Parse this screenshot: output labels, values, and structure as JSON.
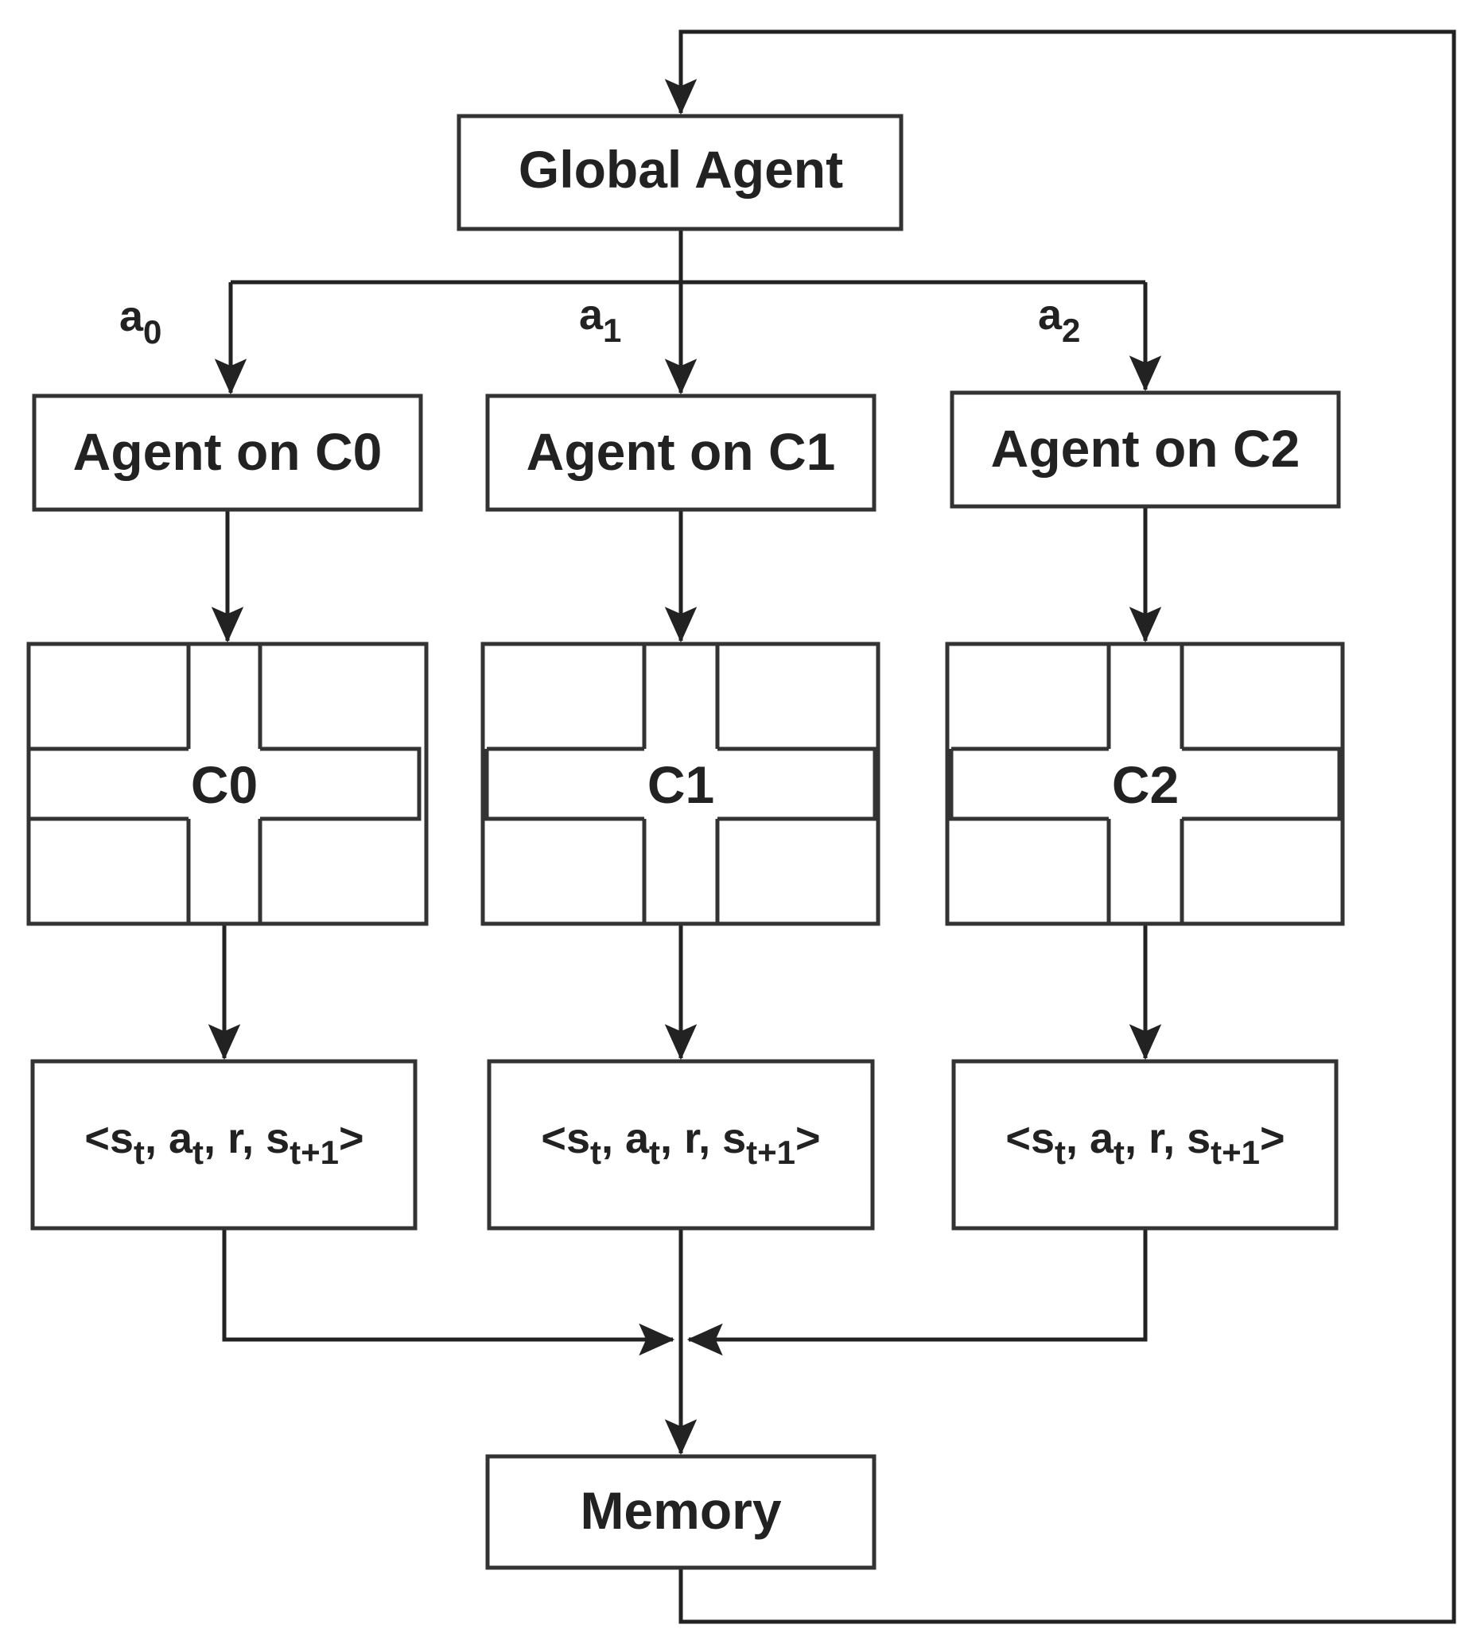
{
  "nodes": {
    "global_agent": "Global Agent",
    "agents": [
      "Agent on C0",
      "Agent on C1",
      "Agent on C2"
    ],
    "intersections": [
      "C0",
      "C1",
      "C2"
    ],
    "memory": "Memory"
  },
  "actions": [
    {
      "base": "a",
      "sub": "0"
    },
    {
      "base": "a",
      "sub": "1"
    },
    {
      "base": "a",
      "sub": "2"
    }
  ],
  "transition": {
    "open": "<",
    "s": "s",
    "s_sub": "t",
    "a": "a",
    "a_sub": "t",
    "r": "r",
    "s_next": "s",
    "s_next_sub": "t+1",
    "close": ">",
    "sep": ", "
  },
  "colors": {
    "stroke": "#333333",
    "text": "#222222",
    "background": "#ffffff"
  }
}
